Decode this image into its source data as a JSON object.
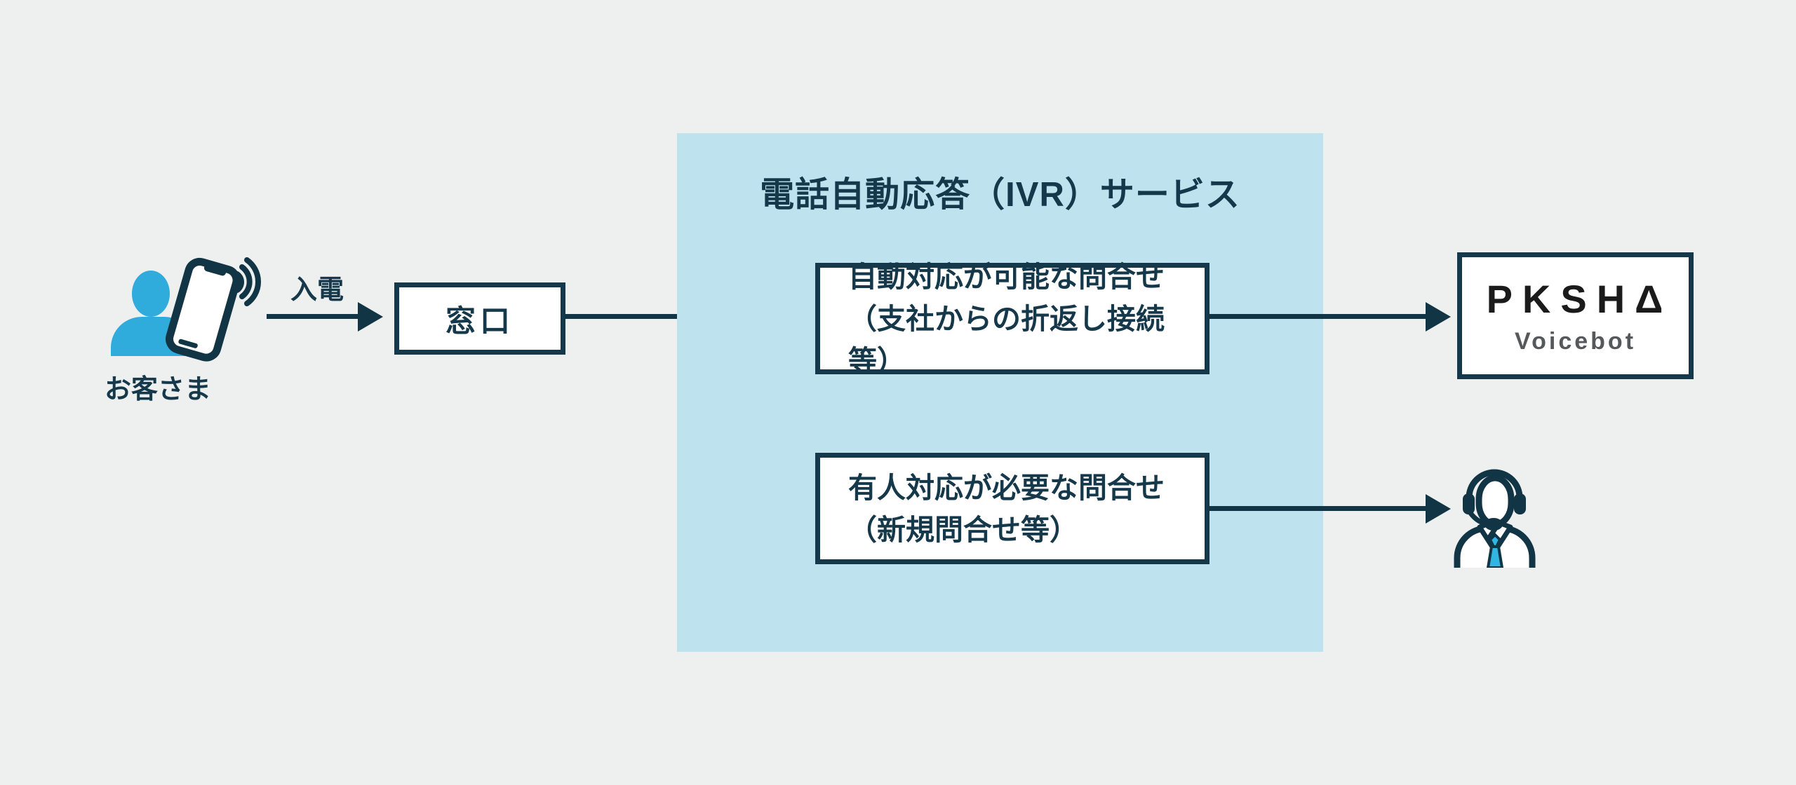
{
  "diagram": {
    "kind": "call-flow-diagram",
    "customer": {
      "label": "お客さま"
    },
    "incoming_call": {
      "label": "入電"
    },
    "reception_box": {
      "label": "窓口"
    },
    "ivr_panel": {
      "title": "電話自動応答（IVR）サービス",
      "boxes": [
        {
          "line1": "自動対応が可能な問合せ",
          "line2": "（支社からの折返し接続等）"
        },
        {
          "line1": "有人対応が必要な問合せ",
          "line2": "（新規問合せ等）"
        }
      ]
    },
    "voicebot": {
      "brand": "PKSHA",
      "brand_display": "PKSHΔ",
      "product": "Voicebot"
    },
    "icons": {
      "customer": "customer-with-phone-icon",
      "sound_waves": "sound-waves-icon",
      "operator": "operator-headset-icon"
    },
    "colors": {
      "background": "#EEEFEF",
      "panel_blue": "#BEE2EE",
      "ink_navy": "#15384A",
      "line_navy": "#123546",
      "person_blue": "#2FACDB",
      "tie_blue": "#33B5E3",
      "logo_black": "#1B1B1B",
      "logo_gray": "#55595C",
      "node_white": "#FFFFFF"
    }
  }
}
